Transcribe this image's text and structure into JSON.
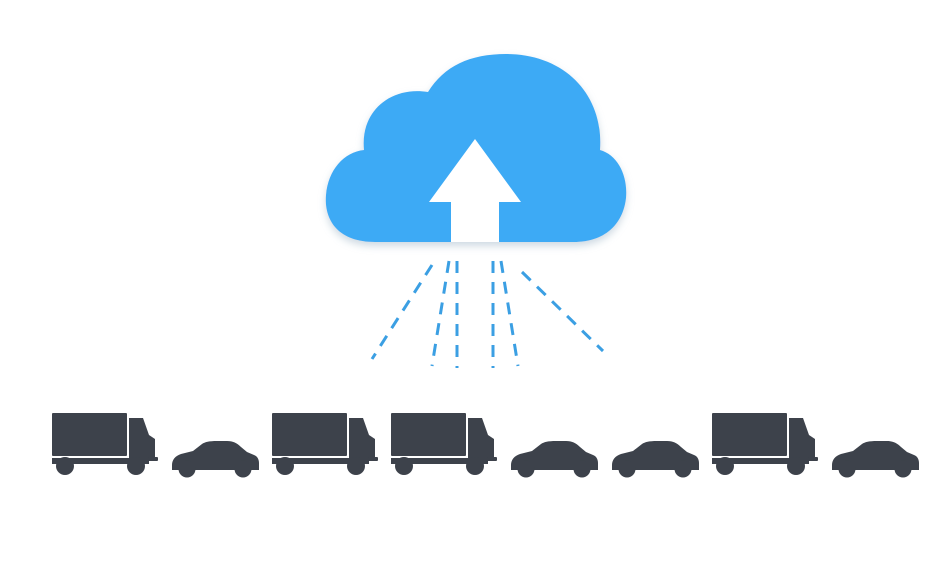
{
  "colors": {
    "background": "#ffffff",
    "cloud": "#3eaaf5",
    "cloud_shadow": "#c9d6e0",
    "arrow": "#ffffff",
    "signal_lines": "#3b9fe3",
    "vehicles": "#3d424b"
  },
  "cloud": {
    "icon": "cloud-upload-icon"
  },
  "signal": {
    "icon": "dashed-signal-lines",
    "line_count": 6
  },
  "fleet": {
    "vehicles": [
      {
        "type": "truck",
        "icon": "truck-icon"
      },
      {
        "type": "car",
        "icon": "car-icon"
      },
      {
        "type": "truck",
        "icon": "truck-icon"
      },
      {
        "type": "truck",
        "icon": "truck-icon"
      },
      {
        "type": "car",
        "icon": "car-icon"
      },
      {
        "type": "car",
        "icon": "car-icon"
      },
      {
        "type": "truck",
        "icon": "truck-icon"
      },
      {
        "type": "car",
        "icon": "car-icon"
      }
    ]
  }
}
